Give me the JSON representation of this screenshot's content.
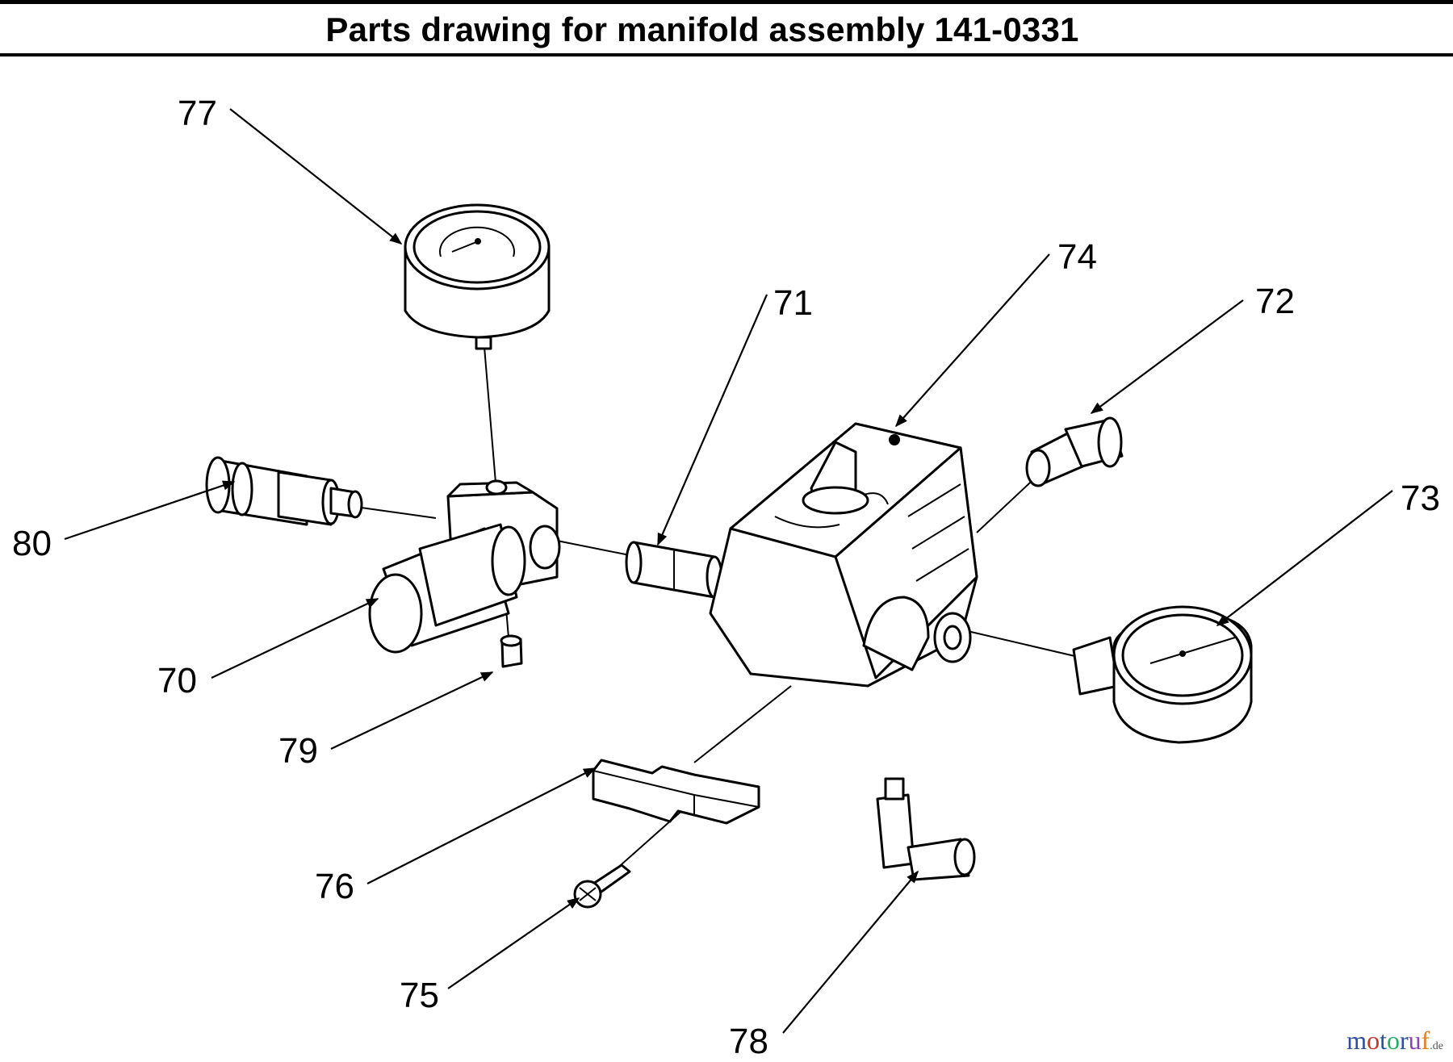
{
  "title": "Parts drawing for manifold assembly 141-0331",
  "labels": {
    "p70": "70",
    "p71": "71",
    "p72": "72",
    "p73": "73",
    "p74": "74",
    "p75": "75",
    "p76": "76",
    "p77": "77",
    "p78": "78",
    "p79": "79",
    "p80": "80"
  },
  "watermark": {
    "text": "motoruf",
    "suffix": ".de"
  }
}
